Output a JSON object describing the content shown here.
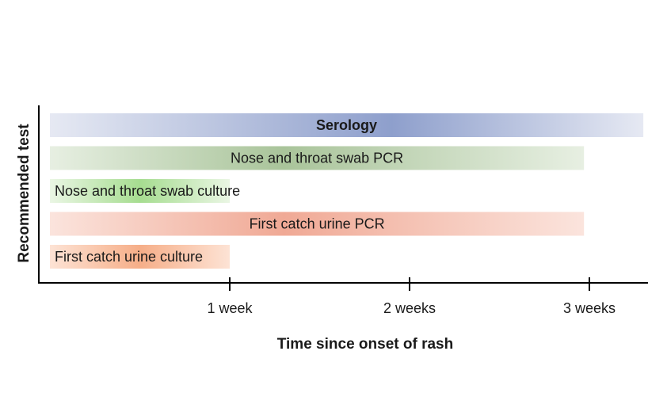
{
  "chart_data": {
    "type": "gantt",
    "xlabel": "Time since onset of rash",
    "ylabel": "Recommended test",
    "x_unit": "weeks",
    "xlim": [
      0,
      3.3
    ],
    "xticks": [
      {
        "value": 1,
        "label": "1 week"
      },
      {
        "value": 2,
        "label": "2 weeks"
      },
      {
        "value": 3,
        "label": "3 weeks"
      }
    ],
    "bars": [
      {
        "label": "Serology",
        "start": 0,
        "end": 3.3,
        "bold": true,
        "label_align": "center",
        "color": "#8e9fcc",
        "peak_at": 1.9,
        "color_light": "#e6e9f3"
      },
      {
        "label": "Nose and throat swab PCR",
        "start": 0,
        "end": 2.97,
        "bold": false,
        "label_align": "center",
        "color": "#a9c49a",
        "peak_at": 1.3,
        "color_light": "#e7efe2"
      },
      {
        "label": "Nose and throat swab culture",
        "start": 0,
        "end": 1.0,
        "bold": false,
        "label_align": "left",
        "color": "#a6dd90",
        "peak_at": 0.5,
        "color_light": "#eaf6e4"
      },
      {
        "label": "First catch urine PCR",
        "start": 0,
        "end": 2.97,
        "bold": false,
        "label_align": "center",
        "color": "#f0a995",
        "peak_at": 1.3,
        "color_light": "#fbe4dd"
      },
      {
        "label": "First catch urine culture",
        "start": 0,
        "end": 1.0,
        "bold": false,
        "label_align": "left",
        "color": "#f6ae88",
        "peak_at": 0.5,
        "color_light": "#fde3d5"
      }
    ]
  }
}
